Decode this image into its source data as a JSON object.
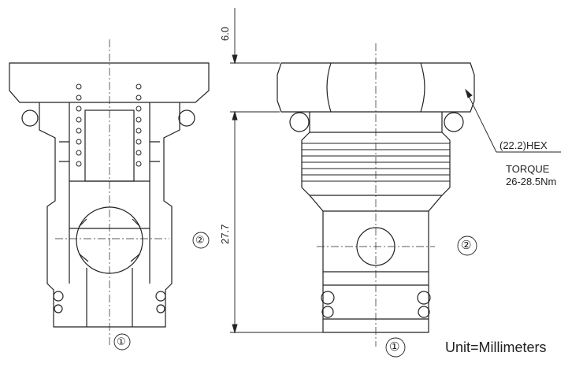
{
  "colors": {
    "line": "#222222",
    "background": "#ffffff"
  },
  "dimensions": {
    "hex_height": "6.0",
    "body_length": "27.7"
  },
  "hex_note": "(22.2)HEX",
  "torque": {
    "label": "TORQUE",
    "value": "26-28.5Nm"
  },
  "ports": {
    "left_view": {
      "side": "②",
      "bottom": "①"
    },
    "right_view": {
      "side": "②",
      "bottom": "①"
    }
  },
  "unit_label": "Unit=Millimeters"
}
